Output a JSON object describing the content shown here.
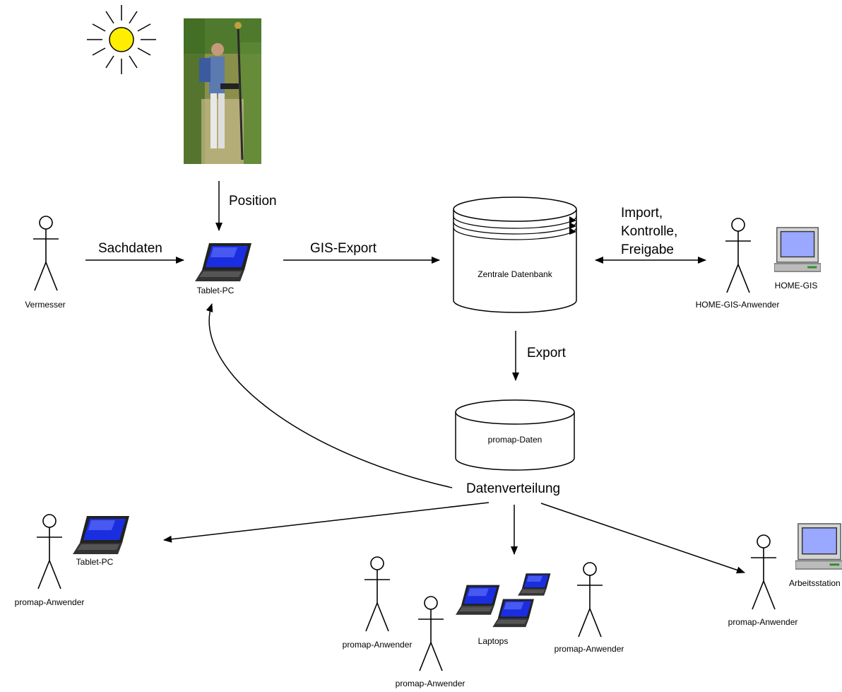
{
  "labels": {
    "position": "Position",
    "sachdaten": "Sachdaten",
    "gis_export": "GIS-Export",
    "import_lines": [
      "Import,",
      "Kontrolle,",
      "Freigabe"
    ],
    "export": "Export",
    "datenverteilung": "Datenverteilung"
  },
  "nodes": {
    "vermesser": "Vermesser",
    "tablet_pc_top": "Tablet-PC",
    "zentrale_datenbank": "Zentrale Datenbank",
    "home_gis": "HOME-GIS",
    "home_gis_anwender": "HOME-GIS-Anwender",
    "promap_daten": "promap-Daten",
    "tablet_pc_left": "Tablet-PC",
    "promap_anwender_left": "promap-Anwender",
    "promap_anwender_mid1": "promap-Anwender",
    "promap_anwender_mid2": "promap-Anwender",
    "laptops": "Laptops",
    "promap_anwender_mid3": "promap-Anwender",
    "arbeitsstation": "Arbeitsstation",
    "promap_anwender_right": "promap-Anwender"
  },
  "colors": {
    "sun": "#ffee00",
    "screen": "#1a2ee0",
    "monitor_screen": "#9aa8ff",
    "laptop_body": "#222222",
    "monitor_body": "#d4d4d4",
    "stroke": "#000000"
  }
}
